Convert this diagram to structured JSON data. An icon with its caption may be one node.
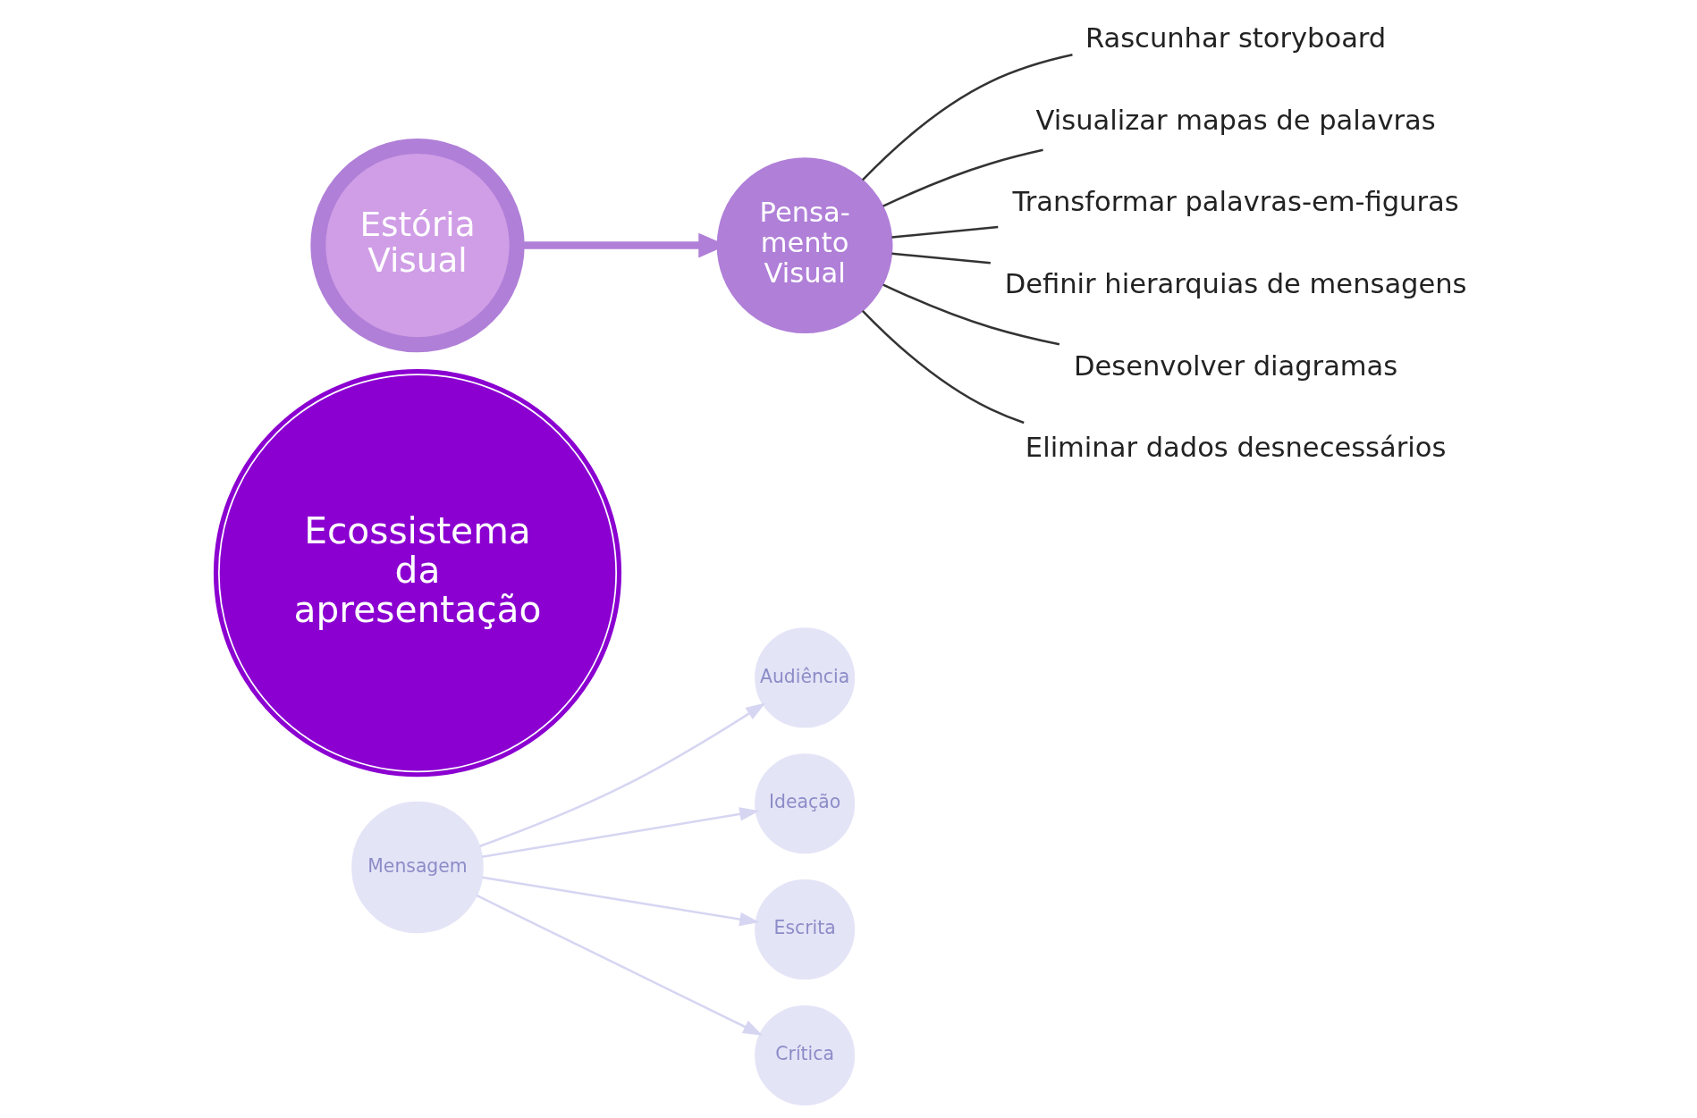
{
  "diagram": {
    "nodes": [
      {
        "text": [
          "Audiência"
        ]
      },
      {
        "text": [
          "Ideação"
        ]
      },
      {
        "text": [
          "Escrita"
        ]
      },
      {
        "text": [
          "Crítica"
        ]
      },
      {
        "text": [
          "Mensagem"
        ]
      },
      {
        "text": [
          "Ecossistema da apresentação"
        ]
      },
      {
        "text": [
          "Estória Visual"
        ]
      },
      {
        "text": [
          "Pensa- mento Visual"
        ]
      },
      {
        "text": [
          "Rascunhar storyboard"
        ]
      },
      {
        "text": [
          "Visualizar mapas de palavras"
        ]
      },
      {
        "text": [
          "Transformar palavras-em-figuras"
        ]
      },
      {
        "text": [
          "Definir hierarquias de mensagens"
        ]
      },
      {
        "text": [
          "Desenvolver diagramas"
        ]
      },
      {
        "text": [
          "Eliminar dados desnecessários"
        ]
      }
    ],
    "edges": [
      {
        "from": 4,
        "to": 0,
        "arrow": "to",
        "color": "#d6d6f2"
      },
      {
        "from": 4,
        "to": 1,
        "arrow": "to",
        "color": "#d6d6f2"
      },
      {
        "from": 4,
        "to": 2,
        "arrow": "to",
        "color": "#d6d6f2"
      },
      {
        "from": 4,
        "to": 3,
        "arrow": "to",
        "color": "#d6d6f2"
      },
      {
        "from": 6,
        "to": 7,
        "arrow": "to",
        "style": "thick",
        "color": "#b07fd8"
      },
      {
        "from": 7,
        "to": 8,
        "arrow": "none"
      },
      {
        "from": 7,
        "to": 9,
        "arrow": "none"
      },
      {
        "from": 7,
        "to": 10,
        "arrow": "none"
      },
      {
        "from": 7,
        "to": 11,
        "arrow": "none"
      },
      {
        "from": 7,
        "to": 12,
        "arrow": "none"
      },
      {
        "from": 7,
        "to": 13,
        "arrow": "none"
      }
    ]
  }
}
